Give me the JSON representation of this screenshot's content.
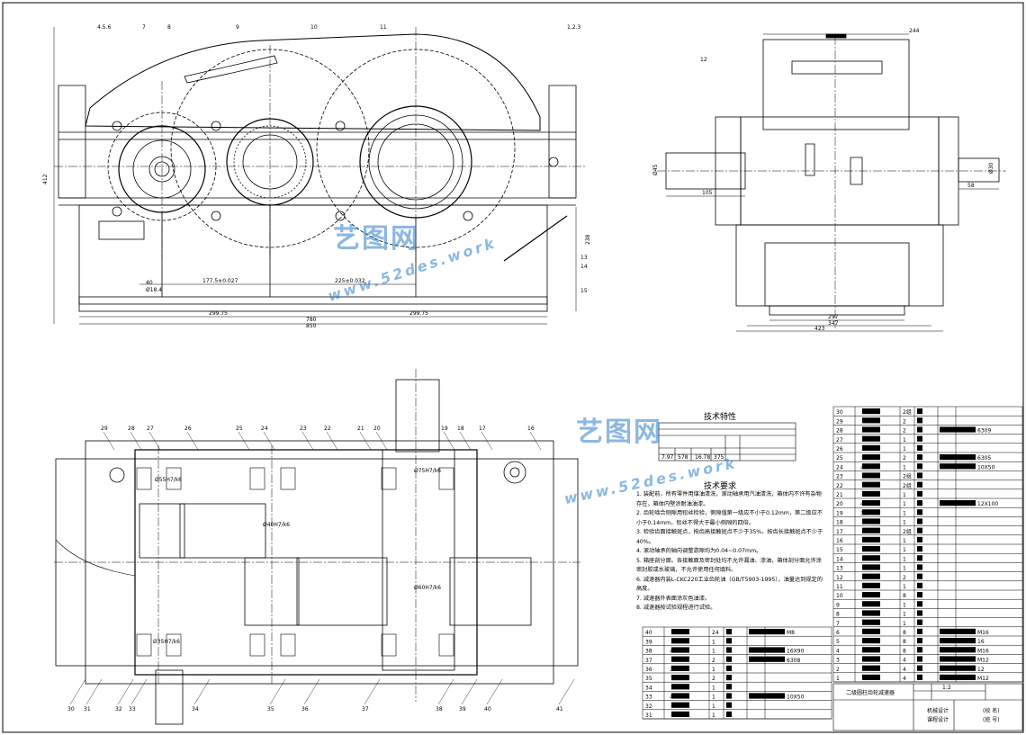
{
  "drawing": {
    "sheet_title": "二级圆柱齿轮减速器",
    "course": "机械设计",
    "course_sub": "课程设计",
    "school": "(校 名)",
    "class_no": "(班 号)",
    "scale": "1:2"
  },
  "front_view": {
    "part_callouts": [
      "4.5.6",
      "7",
      "8",
      "9",
      "10",
      "11",
      "1.2.3",
      "13",
      "14",
      "15"
    ],
    "dims": {
      "overall_height": "412",
      "center_height": "238",
      "d1": "177.5±0.027",
      "d2": "225±0.032",
      "left_len": "299.75",
      "right_len": "299.75",
      "mid_len": "780",
      "total_len": "850",
      "small_a": "40",
      "small_b": "Ø18.4"
    }
  },
  "side_view": {
    "part_callouts": [
      "12"
    ],
    "dims": {
      "top_width": "244",
      "shaft_d_left": "Ø45",
      "shaft_len_left": "105",
      "shaft_d_right": "Ø30",
      "shaft_len_right": "58",
      "base_inner": "297",
      "base_mid": "347",
      "base_total": "423"
    }
  },
  "plan_view": {
    "top_callouts": [
      "29",
      "28",
      "27",
      "26",
      "25",
      "24",
      "23",
      "22",
      "21",
      "20",
      "19",
      "18",
      "17",
      "16"
    ],
    "bottom_callouts": [
      "30",
      "31",
      "32",
      "33",
      "34",
      "35",
      "36",
      "37",
      "38",
      "39",
      "40",
      "41"
    ],
    "fits": [
      "Ø55H7/k6",
      "Ø75H7/k6",
      "Ø40H7/k6",
      "Ø60H7/k6",
      "Ø35H7/k6"
    ]
  },
  "tech_features": {
    "title": "技术特性",
    "row_values": [
      "7.97",
      "578",
      "16.78",
      "375"
    ]
  },
  "tech_requirements": {
    "title": "技术要求",
    "items": [
      "1. 装配前，所有零件用煤油清洗，滚动轴承用汽油清洗，箱体内不许有杂物存在，箱体内壁涂耐油油漆。",
      "2. 齿轮啮合侧隙用铅丝检验，侧隙值第一级应不小于0.12mm，第二级应不小于0.14mm，铅丝不得大于最小侧隙的四倍。",
      "3. 检验齿面接触斑点，按齿高接触斑点不少于35%，按齿长接触斑点不少于40%。",
      "4. 滚动轴承的轴向调整游隙均为0.04~0.07mm。",
      "5. 箱座剖分面、各接触面及密封处均不允许漏油、渗油，箱体剖分面允许涂密封胶或水玻璃，不允许使用任何填料。",
      "6. 减速器内装L-CKC220工业齿轮油（GB/T5903-1995），油量达到规定的高度。",
      "7. 减速器外表面涂灰色油漆。",
      "8. 减速器按试验规程进行试验。"
    ]
  },
  "bom_right": {
    "rows": [
      {
        "no": "30",
        "qty": "2组",
        "note": ""
      },
      {
        "no": "29",
        "qty": "2",
        "note": ""
      },
      {
        "no": "28",
        "qty": "2",
        "note": "6309"
      },
      {
        "no": "27",
        "qty": "1",
        "note": ""
      },
      {
        "no": "26",
        "qty": "1",
        "note": ""
      },
      {
        "no": "25",
        "qty": "2",
        "note": "6305"
      },
      {
        "no": "24",
        "qty": "1",
        "note": "10X50",
        "mat": "45"
      },
      {
        "no": "23",
        "qty": "2组",
        "note": ""
      },
      {
        "no": "22",
        "qty": "2组",
        "note": ""
      },
      {
        "no": "21",
        "qty": "1",
        "note": ""
      },
      {
        "no": "20",
        "qty": "1",
        "note": "12X100",
        "mat": "45"
      },
      {
        "no": "19",
        "qty": "1",
        "note": "",
        "mat": "35"
      },
      {
        "no": "18",
        "qty": "1",
        "note": ""
      },
      {
        "no": "17",
        "qty": "2组",
        "note": ""
      },
      {
        "no": "16",
        "qty": "1",
        "note": ""
      },
      {
        "no": "15",
        "qty": "1",
        "note": ""
      },
      {
        "no": "14",
        "qty": "1",
        "note": ""
      },
      {
        "no": "13",
        "qty": "1",
        "note": ""
      },
      {
        "no": "12",
        "qty": "2",
        "note": ""
      },
      {
        "no": "11",
        "qty": "1",
        "note": ""
      },
      {
        "no": "10",
        "qty": "8",
        "note": ""
      },
      {
        "no": "9",
        "qty": "1",
        "note": ""
      },
      {
        "no": "8",
        "qty": "1",
        "note": ""
      },
      {
        "no": "7",
        "qty": "1",
        "note": ""
      },
      {
        "no": "6",
        "qty": "8",
        "note": "M16"
      },
      {
        "no": "5",
        "qty": "8",
        "note": "16"
      },
      {
        "no": "4",
        "qty": "8",
        "note": "M16"
      },
      {
        "no": "3",
        "qty": "4",
        "note": "M12"
      },
      {
        "no": "2",
        "qty": "4",
        "note": "12"
      },
      {
        "no": "1",
        "qty": "4",
        "note": "M12"
      }
    ]
  },
  "bom_left": {
    "rows": [
      {
        "no": "40",
        "qty": "24",
        "note": "M8"
      },
      {
        "no": "39",
        "qty": "1",
        "note": ""
      },
      {
        "no": "38",
        "qty": "1",
        "note": "16X90",
        "mat": "45"
      },
      {
        "no": "37",
        "qty": "2",
        "note": "6308"
      },
      {
        "no": "36",
        "qty": "1",
        "note": "",
        "mat": "35"
      },
      {
        "no": "35",
        "qty": "2",
        "note": ""
      },
      {
        "no": "34",
        "qty": "1",
        "note": ""
      },
      {
        "no": "33",
        "qty": "1",
        "note": "10X50",
        "mat": "45"
      },
      {
        "no": "32",
        "qty": "1",
        "note": ""
      },
      {
        "no": "31",
        "qty": "1",
        "note": ""
      }
    ]
  },
  "watermark": {
    "cn": "艺图网",
    "url": "www.52des.work"
  }
}
